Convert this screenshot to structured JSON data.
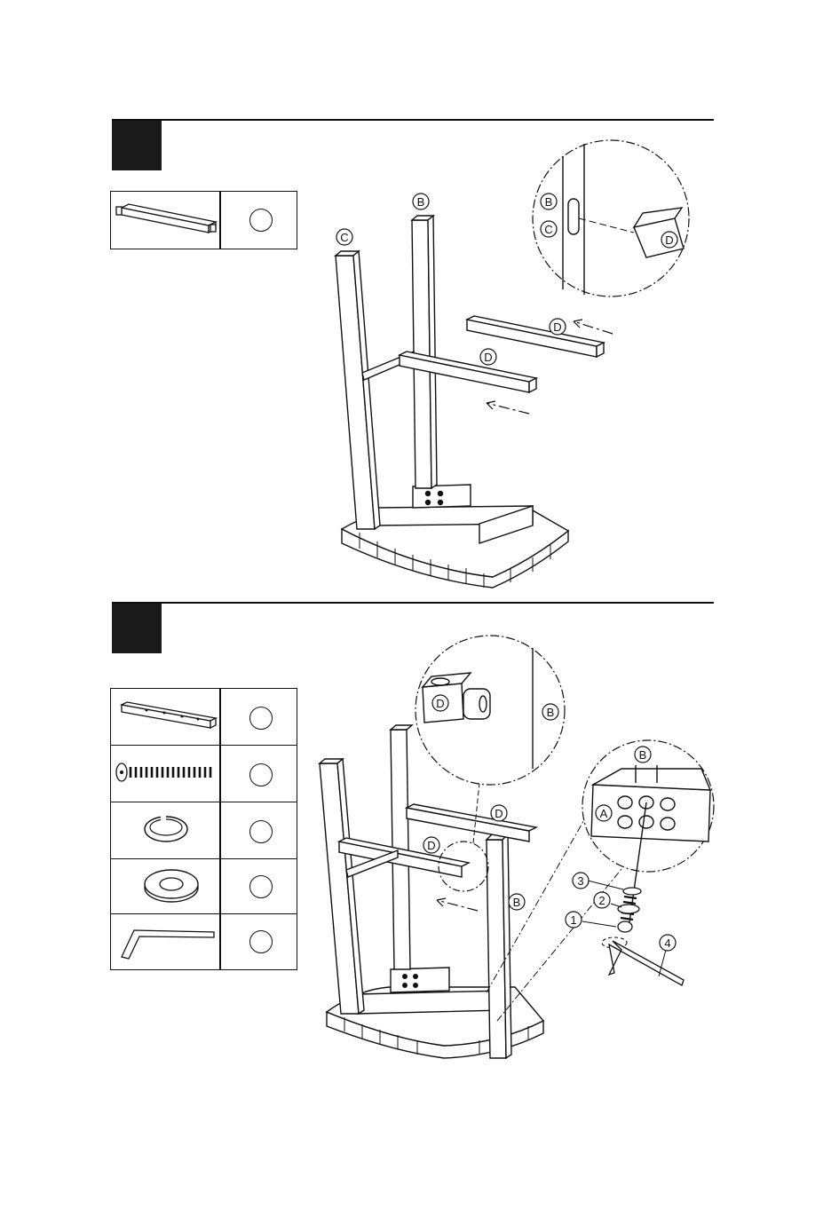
{
  "step1": {
    "labels": {
      "leg_c": "C",
      "leg_b": "B",
      "rail_upper": "D",
      "rail_lower": "D",
      "detail_b": "B",
      "detail_c": "C",
      "detail_d": "D"
    }
  },
  "step2": {
    "labels": {
      "detail_d": "D",
      "detail_b": "B",
      "rail_upper": "D",
      "rail_lower": "D",
      "leg_b": "B",
      "detail2_b": "B",
      "detail2_a": "A",
      "callout_1": "1",
      "callout_2": "2",
      "callout_3": "3",
      "callout_4": "4"
    }
  },
  "icons": {
    "rail": "rail-icon",
    "bolt": "bolt-icon",
    "spring_washer": "spring-washer-icon",
    "flat_washer": "flat-washer-icon",
    "allen_key": "allen-key-icon"
  }
}
